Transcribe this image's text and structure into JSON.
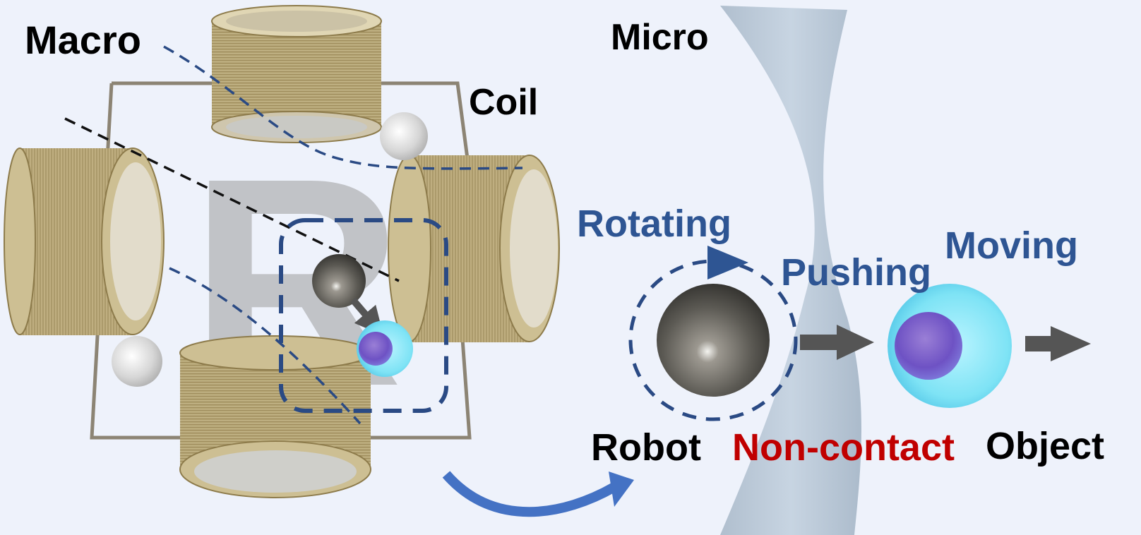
{
  "labels": {
    "macro": "Macro",
    "micro": "Micro",
    "coil": "Coil",
    "rotating": "Rotating",
    "pushing": "Pushing",
    "moving": "Moving",
    "robot": "Robot",
    "non_contact": "Non-contact",
    "object": "Object",
    "letter": "R"
  },
  "colors": {
    "background": "#eef2fb",
    "blue_text": "#2e5593",
    "red_text": "#c00000",
    "black_text": "#000000",
    "dashed_blue": "#2a4a84",
    "arrow_gray": "#555555",
    "curved_arrow": "#4472c4",
    "coil_gold": "#b8a77a",
    "frame_gray": "#8c8474"
  },
  "icons": [
    "coil-icon",
    "robot-sphere-icon",
    "cell-icon",
    "arrow-icon"
  ]
}
